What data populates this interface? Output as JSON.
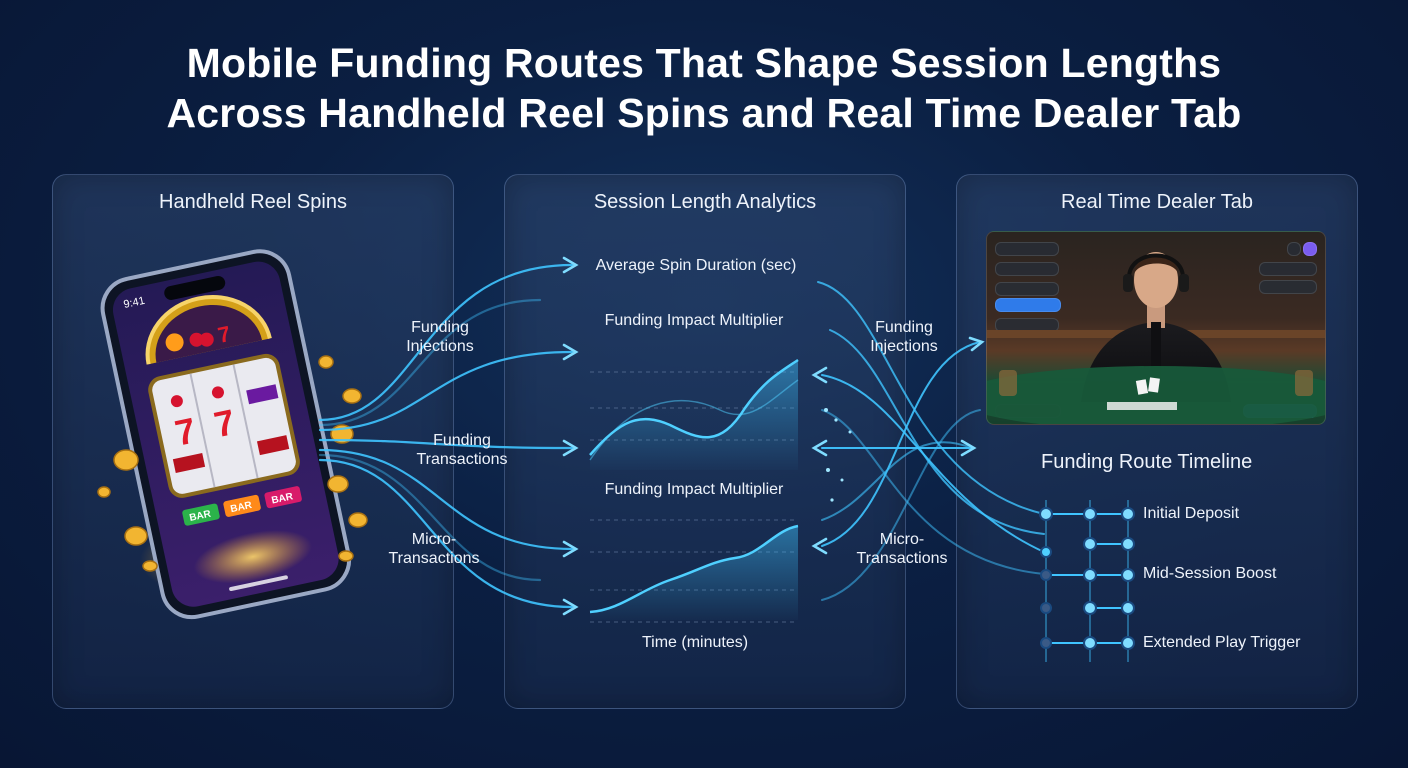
{
  "title": {
    "line1": "Mobile Funding Routes That Shape Session Lengths",
    "line2": "Across Handheld Reel Spins and Real Time Dealer Tab"
  },
  "panels": {
    "left": {
      "title": "Handheld Reel Spins"
    },
    "middle": {
      "title": "Session Length Analytics",
      "metric_top": "Average Spin Duration (sec)",
      "chart1_label": "Funding Impact Multiplier",
      "chart2_label": "Funding Impact Multiplier",
      "x_axis": "Time (minutes)"
    },
    "right": {
      "title": "Real Time Dealer Tab",
      "timeline_title": "Funding Route Timeline",
      "timeline": [
        "Initial Deposit",
        "Mid-Session Boost",
        "Extended Play Trigger"
      ]
    }
  },
  "flow_labels": {
    "left": {
      "injections": [
        "Funding",
        "Injections"
      ],
      "transactions": [
        "Funding",
        "Transactions"
      ],
      "micro": [
        "Micro-",
        "Transactions"
      ]
    },
    "right": {
      "injections": [
        "Funding",
        "Injections"
      ],
      "micro": [
        "Micro-",
        "Transactions"
      ]
    }
  },
  "phone": {
    "time": "9:41",
    "reel_symbols": [
      "BAR",
      "7",
      "BAR",
      "BAR",
      "BAR",
      "BAR"
    ]
  },
  "colors": {
    "accent": "#3fc4ff",
    "background": "#0b1f42",
    "gold": "#f2b531",
    "felt": "#16402c"
  }
}
